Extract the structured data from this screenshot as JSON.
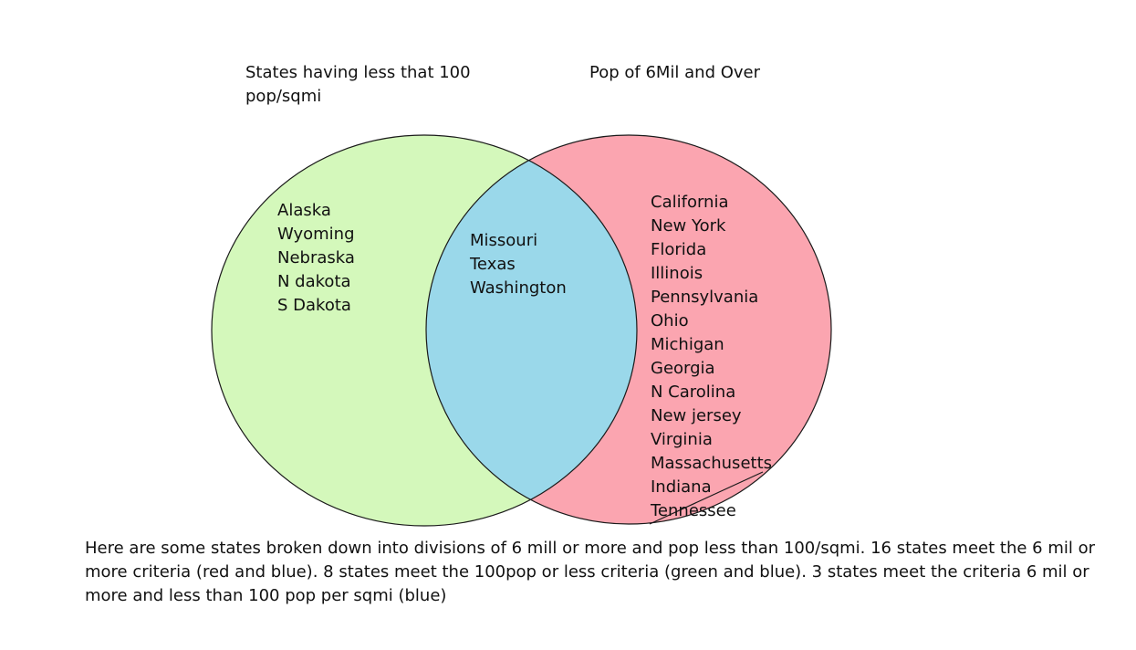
{
  "diagram": {
    "left_set": {
      "heading_line1": "States having less that 100",
      "heading_line2": "pop/sqmi",
      "color": "#d4f8bb",
      "only_items": [
        "Alaska",
        "Wyoming",
        "Nebraska",
        "N dakota",
        "S Dakota"
      ]
    },
    "right_set": {
      "heading": "Pop of 6Mil and Over",
      "color": "#fba5b0",
      "only_items": [
        "California",
        "New York",
        "Florida",
        "Illinois",
        "Pennsylvania",
        "Ohio",
        "Michigan",
        "Georgia",
        "N Carolina",
        "New jersey",
        "Virginia",
        "Massachusetts",
        "Indiana",
        "Tennessee"
      ]
    },
    "intersection": {
      "color": "#9ad8ea",
      "items": [
        "Missouri",
        "Texas",
        "Washington"
      ]
    },
    "outline_color": "#1a1a1a"
  },
  "caption": "Here are some states broken down into divisions of 6 mill or more and pop less than 100/sqmi. 16 states meet the 6 mil or more criteria (red and blue). 8 states meet the 100pop or less criteria (green and blue). 3 states meet the criteria 6 mil or more and less than 100 pop per sqmi (blue)"
}
